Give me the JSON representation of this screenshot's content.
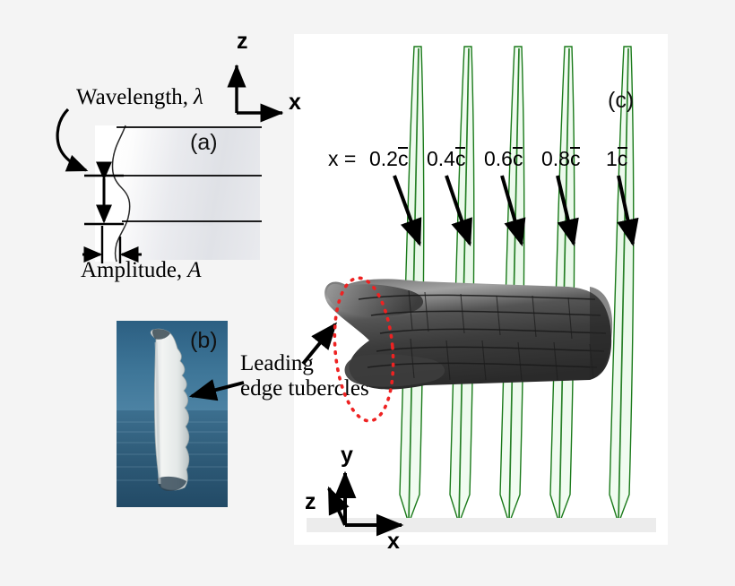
{
  "figure": {
    "title": "Leading edge tubercle geometry and tubercled flipper model",
    "background_color": "#f4f4f4",
    "panel_background_color": "#ffffff"
  },
  "panel_a": {
    "tag": "(a)",
    "wavelength_label": "Wavelength,",
    "wavelength_symbol": "λ",
    "amplitude_label": "Amplitude,",
    "amplitude_symbol": "A",
    "axes": {
      "vertical": "z",
      "horizontal": "x"
    }
  },
  "panel_b": {
    "tag": "(b)",
    "callout": "Leading\nedge tubercles",
    "callout_line1": "Leading",
    "callout_line2": "edge tubercles"
  },
  "panel_c": {
    "tag": "(c)",
    "station_prefix": "x =",
    "stations": [
      {
        "value": "0.2",
        "unit": "c",
        "overbar": true
      },
      {
        "value": "0.4",
        "unit": "c",
        "overbar": true
      },
      {
        "value": "0.6",
        "unit": "c",
        "overbar": true
      },
      {
        "value": "0.8",
        "unit": "c",
        "overbar": true
      },
      {
        "value": "1",
        "unit": "c",
        "overbar": true
      }
    ],
    "axes": {
      "up": "y",
      "right": "x",
      "depth": "z"
    },
    "plane_fill_color": "#edfaed",
    "plane_edge_color": "#1a7a1a",
    "model_color_dark": "#2c2c2c",
    "model_color_light": "#8a8a8a",
    "highlight_ellipse_color": "#ee2222"
  }
}
